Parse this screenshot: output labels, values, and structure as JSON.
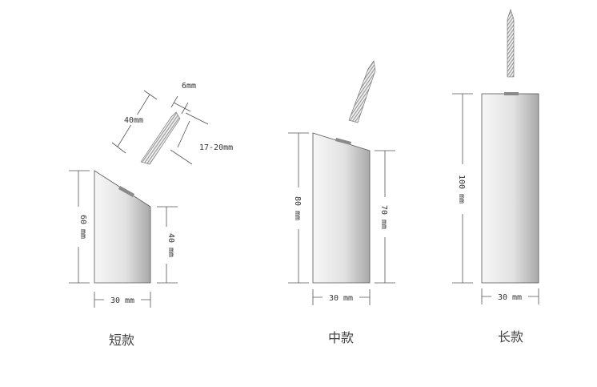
{
  "colors": {
    "block_light": "#f7f7f7",
    "block_dark": "#a9a9a9",
    "outline": "#555555",
    "screw_thread": "#9a9a9a",
    "screw_cap": "#8a8a8a"
  },
  "products": [
    {
      "caption": "短款",
      "width_label": "30 mm",
      "left_height_label": "60 mm",
      "right_height_label": "40 mm"
    },
    {
      "caption": "中款",
      "width_label": "30 mm",
      "left_height_label": "80 mm",
      "right_height_label": "70 mm"
    },
    {
      "caption": "长款",
      "width_label": "30 mm",
      "left_height_label": "100 mm"
    }
  ],
  "screw_dims": {
    "diameter_label": "6mm",
    "length_label": "40mm",
    "depth_label": "17-20mm"
  }
}
